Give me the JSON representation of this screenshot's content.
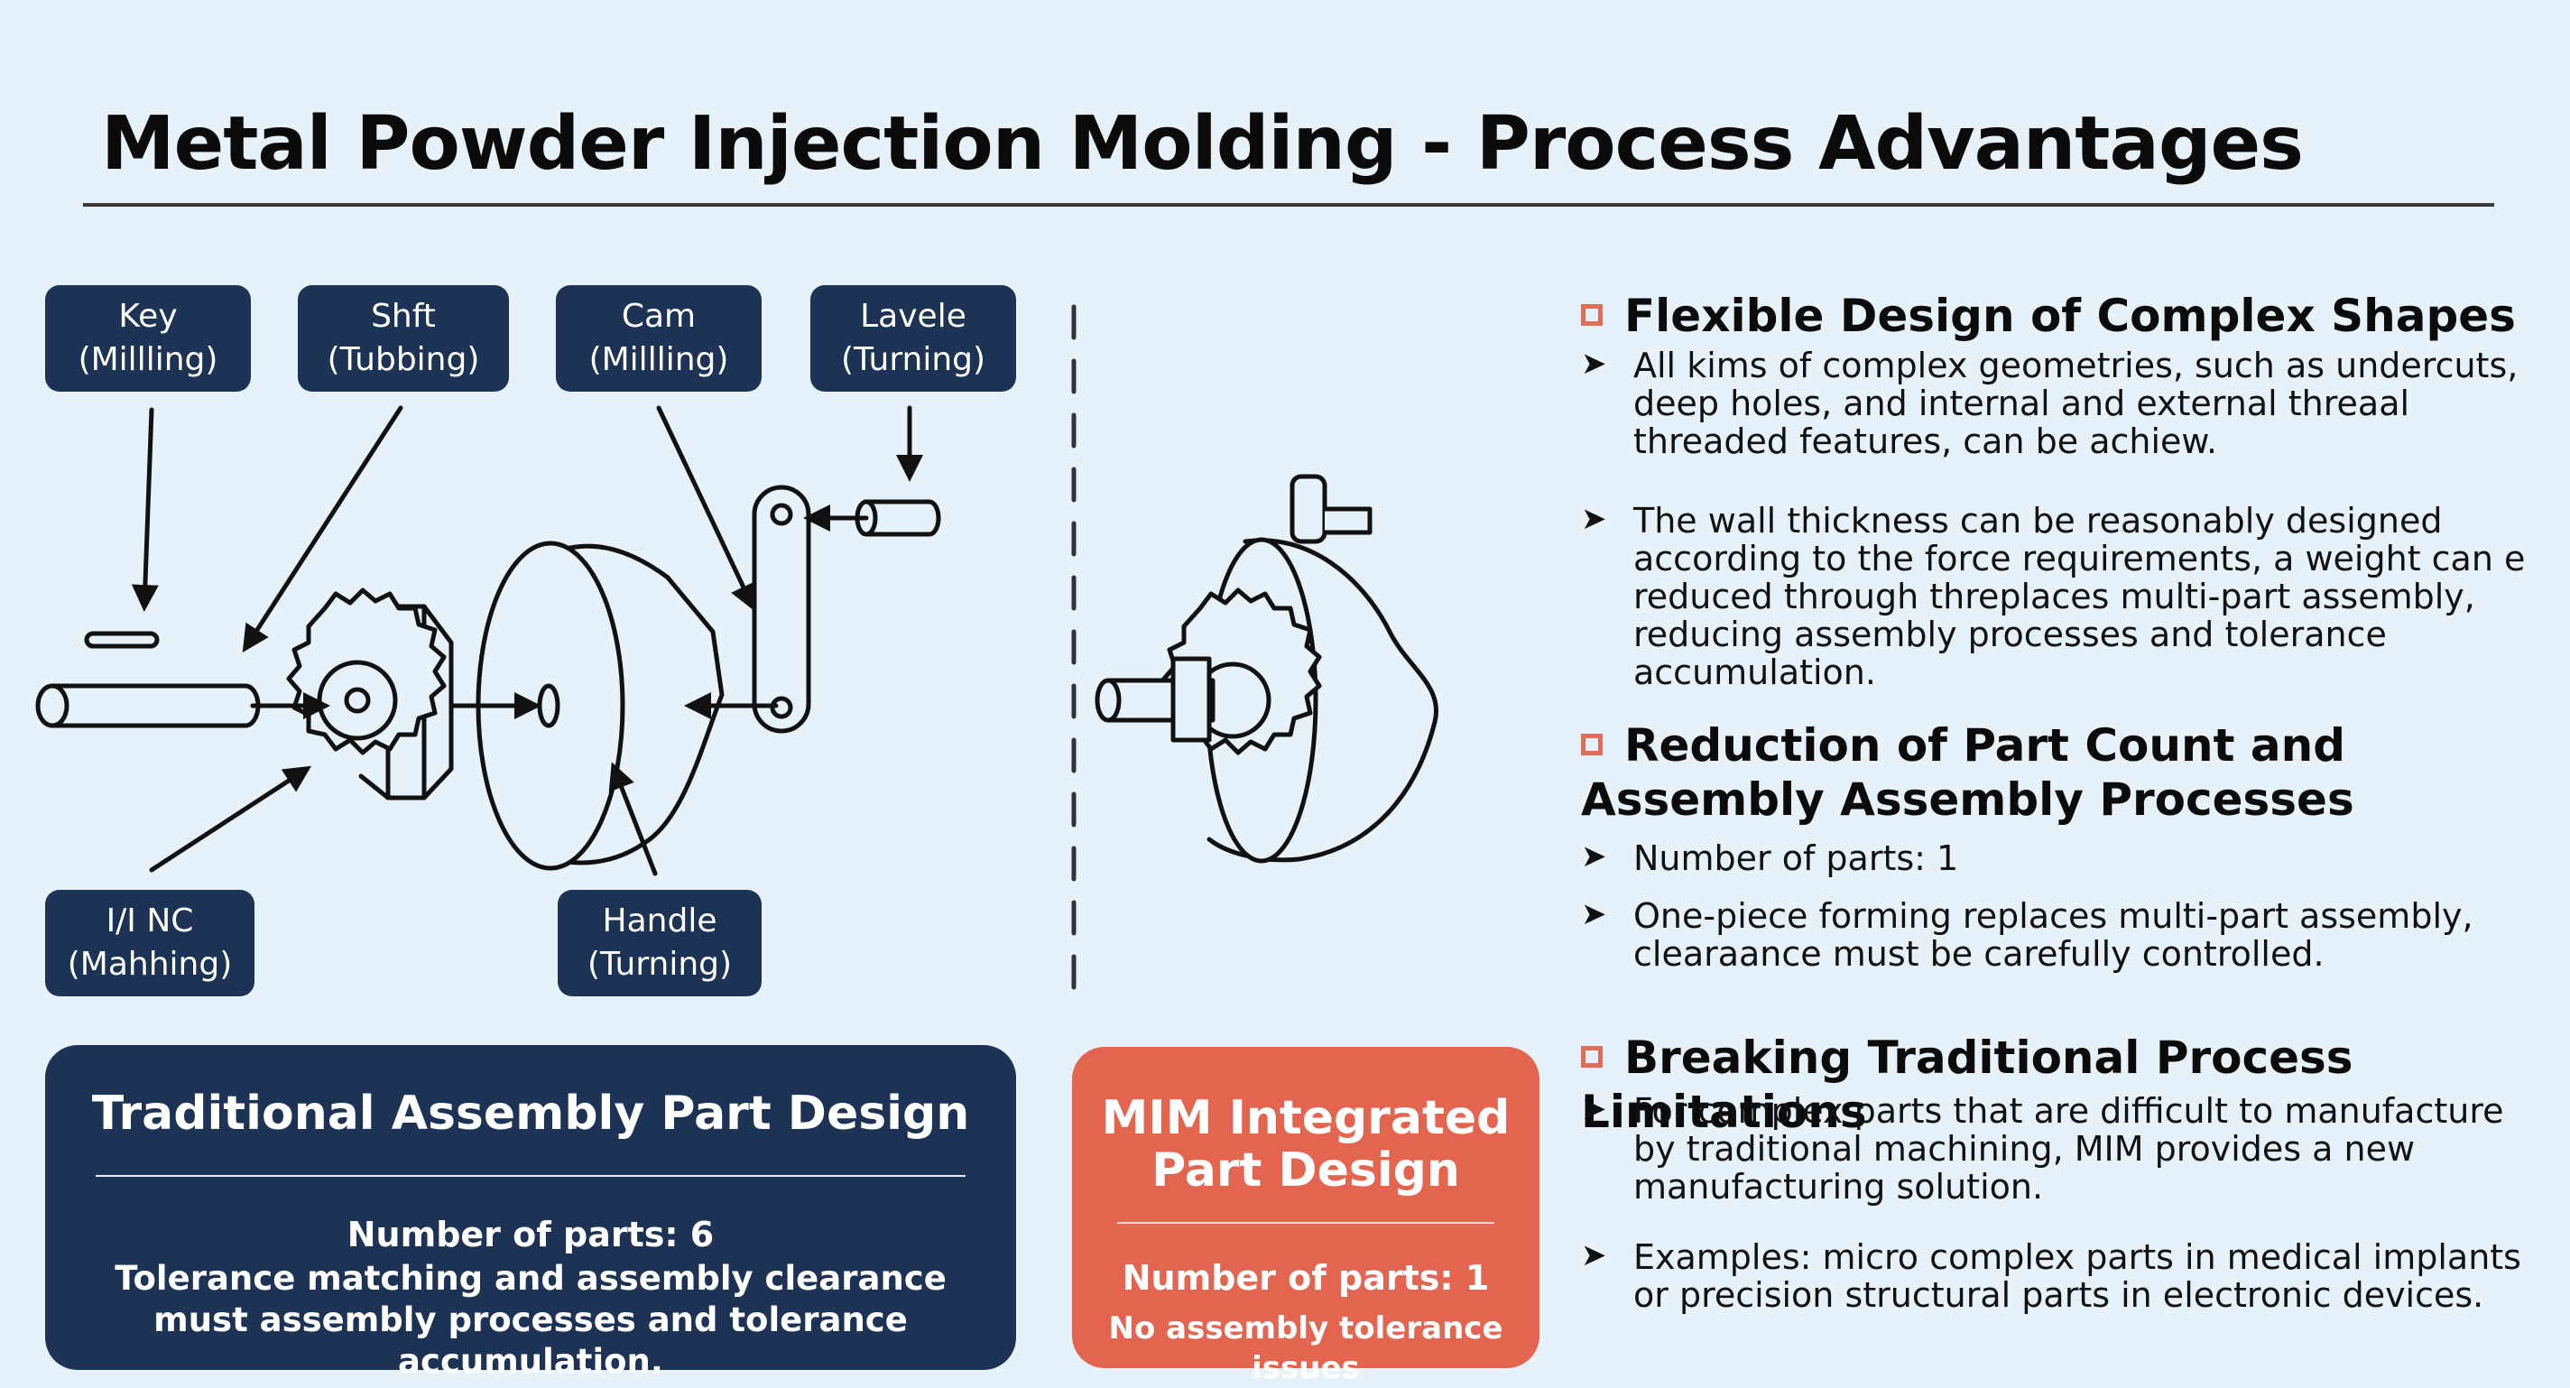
{
  "title": "Metal Powder Injection Molding - Process Advantages",
  "traditional_parts": [
    {
      "name": "Key",
      "process": "(Millling)"
    },
    {
      "name": "Shft",
      "process": "(Tubbing)"
    },
    {
      "name": "Cam",
      "process": "(Millling)"
    },
    {
      "name": "Lavele",
      "process": "(Turning)"
    },
    {
      "name": "I/I NC",
      "process": "(Mahhing)"
    },
    {
      "name": "Handle",
      "process": "(Turning)"
    }
  ],
  "traditional_box": {
    "heading": "Traditional Assembly Part Design",
    "count": "Number of parts: 6",
    "note": "Tolerance matching and assembly clearance must assembly processes and tolerance accumulation."
  },
  "mim_box": {
    "heading": "MIM Integrated Part Design",
    "count": "Number of parts: 1",
    "note": "No assembly tolerance issues"
  },
  "sections": [
    {
      "heading": "Flexible Design of Complex Shapes",
      "bullets": [
        "All kims of complex geometries, such as undercuts, deep holes, and internal and external threaal threaded features, can be achiew.",
        "The wall thickness can be reasonably designed according to the force requirements, a weight can e reduced through threplaces multi-part assembly, reducing assembly processes and tolerance accumulation."
      ]
    },
    {
      "heading": "Reduction of Part Count and Assembly Assembly Processes",
      "bullets": [
        "Number of parts: 1",
        "One-piece forming replaces multi-part assembly, clearaance must be carefully controlled."
      ]
    },
    {
      "heading": "Breaking Traditional Process Limitations",
      "bullets": [
        "For complex parts that are difficult to manufacture by traditional machining, MIM provides a new manufacturing solution.",
        "Examples: micro complex parts in medical implants or precision structural parts in electronic devices."
      ]
    }
  ],
  "colors": {
    "background": "#e6f1f9",
    "navy": "#1d3356",
    "coral": "#e4654f",
    "square_outline": "#e06d55"
  },
  "icons": {
    "bullet": "chevron-right-icon",
    "section_marker": "square-outline-icon"
  }
}
